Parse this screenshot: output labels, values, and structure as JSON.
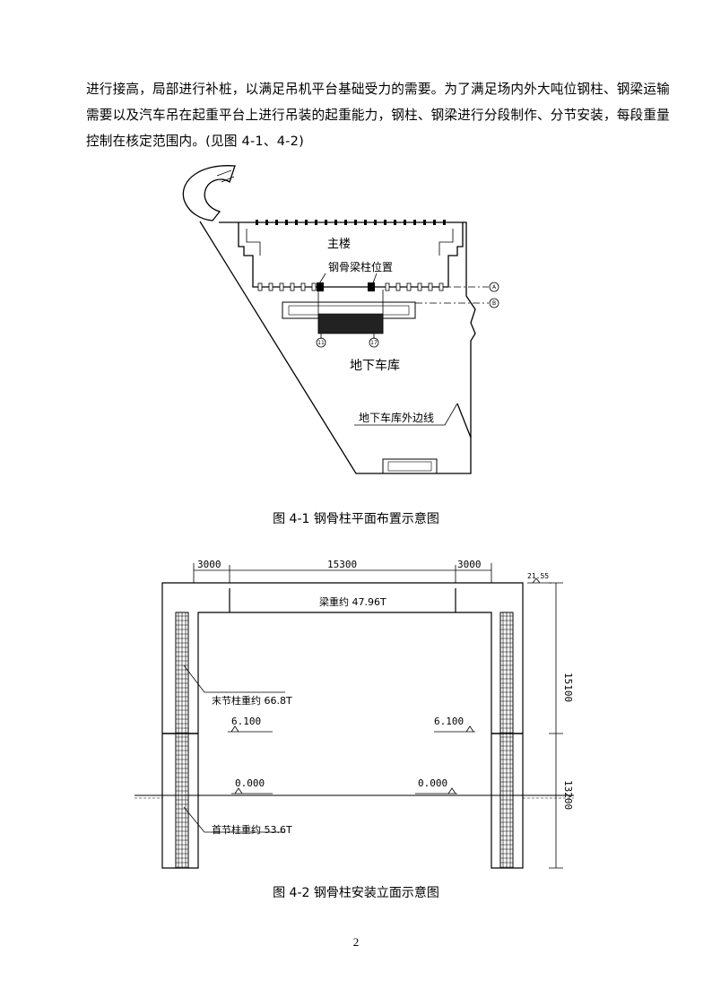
{
  "paragraph": {
    "lines": [
      "进行接高，局部进行补桩，以满足吊机平台基础受力的需要。为了满足场内外大吨位钢柱、钢梁运输",
      "需要以及汽车吊在起重平台上进行吊装的起重能力，钢柱、钢梁进行分段制作、分节安装，每段重量",
      "控制在核定范围内。(见图 4-1、4-2)"
    ]
  },
  "figure1": {
    "caption": "图 4-1 钢骨柱平面布置示意图",
    "label_main_building": "主楼",
    "label_column_position": "钢骨梁柱位置",
    "label_garage": "地下车库",
    "label_garage_outline": "地下车库外边线",
    "axis_a": "A",
    "axis_b": "B",
    "axis_col_left": "11",
    "axis_col_right": "17"
  },
  "figure2": {
    "caption": "图 4-2 钢骨柱安装立面示意图",
    "dim_left": "3000",
    "dim_middle": "15300",
    "dim_right": "3000",
    "elev_top": "21.55",
    "beam_label": "梁重约 47.96T",
    "upper_col_label": "末节柱重约 66.8T",
    "lower_col_label": "首节柱重约 53.6T",
    "elev_mid_left": "6.100",
    "elev_mid_right": "6.100",
    "elev_zero_left": "0.000",
    "elev_zero_right": "0.000",
    "vdim_upper": "15100",
    "vdim_lower": "13200"
  },
  "page": {
    "number": "2"
  }
}
